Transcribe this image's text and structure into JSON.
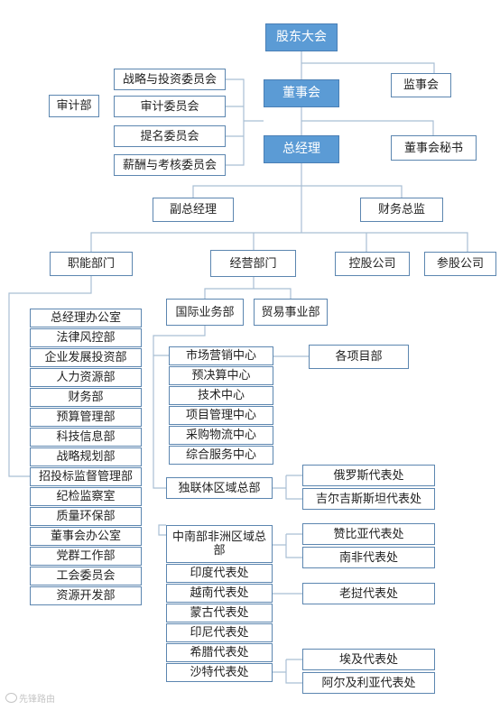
{
  "nodes": {
    "shareholders": "股东大会",
    "supervisory_board": "监事会",
    "board": "董事会",
    "strategy_committee": "战略与投资委员会",
    "audit_committee": "审计委员会",
    "audit_dept": "审计部",
    "nomination_committee": "提名委员会",
    "compensation_committee": "薪酬与考核委员会",
    "general_manager": "总经理",
    "board_secretary": "董事会秘书",
    "deputy_gm": "副总经理",
    "cfo": "财务总监",
    "functional_depts": "职能部门",
    "operating_depts": "经营部门",
    "holding_companies": "控股公司",
    "participating_companies": "参股公司",
    "intl_business": "国际业务部",
    "trade_business": "贸易事业部",
    "project_depts": "各项目部",
    "cis_region": "独联体区域总部",
    "russia_office": "俄罗斯代表处",
    "kyrgyzstan_office": "吉尔吉斯斯坦代表处",
    "africa_region": "中南部非洲区域总部",
    "zambia_office": "赞比亚代表处",
    "south_africa_office": "南非代表处",
    "laos_office": "老挝代表处",
    "egypt_office": "埃及代表处",
    "algeria_office": "阿尔及利亚代表处"
  },
  "functional_list": [
    "总经理办公室",
    "法律风控部",
    "企业发展投资部",
    "人力资源部",
    "财务部",
    "预算管理部",
    "科技信息部",
    "战略规划部",
    "招投标监督管理部",
    "纪检监察室",
    "质量环保部",
    "董事会办公室",
    "党群工作部",
    "工会委员会",
    "资源开发部"
  ],
  "intl_centers": [
    "市场营销中心",
    "预决算中心",
    "技术中心",
    "项目管理中心",
    "采购物流中心",
    "综合服务中心"
  ],
  "intl_offices": [
    "印度代表处",
    "越南代表处",
    "蒙古代表处",
    "印尼代表处",
    "希腊代表处",
    "沙特代表处"
  ],
  "watermark": "先锋路由"
}
